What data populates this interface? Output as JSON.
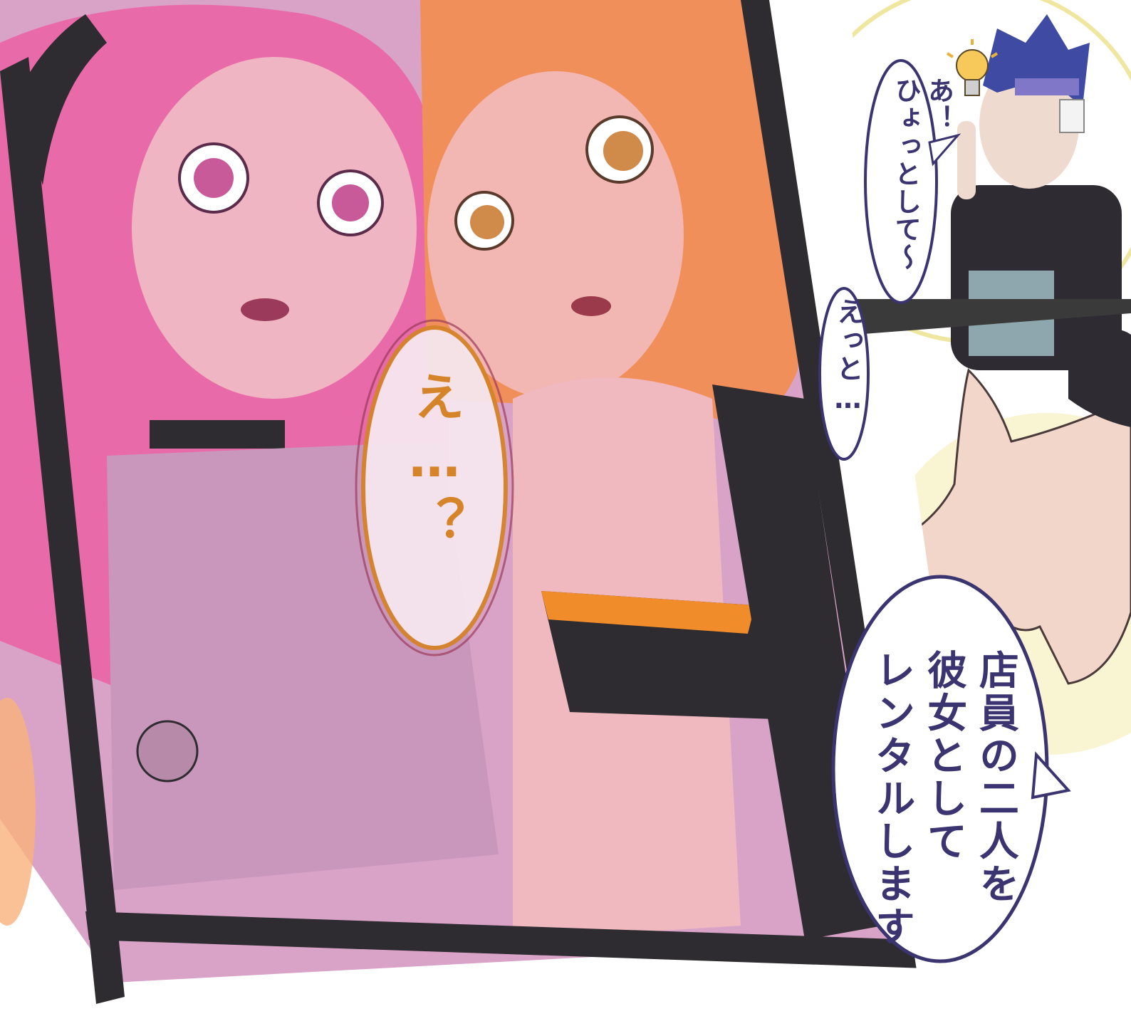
{
  "page": {
    "palette": {
      "pink_hair": "#e0609c",
      "orange_hair": "#ef8f5c",
      "skin": "#eab3b8",
      "frame": "#2e2c30",
      "bubble_outline": "#3a3470",
      "bubble_accent": "#d5842a",
      "background_glow": "#efe6a0"
    },
    "icons": {
      "idea_icon": "lightbulb-icon",
      "bandage_icon": "bandage-icon"
    },
    "speech": {
      "hyotto": "あ！\nひょっとして〜",
      "etto": "えっと…",
      "rental": "店員の二人を\n彼女として\nレンタルします",
      "e": "え…？"
    }
  }
}
